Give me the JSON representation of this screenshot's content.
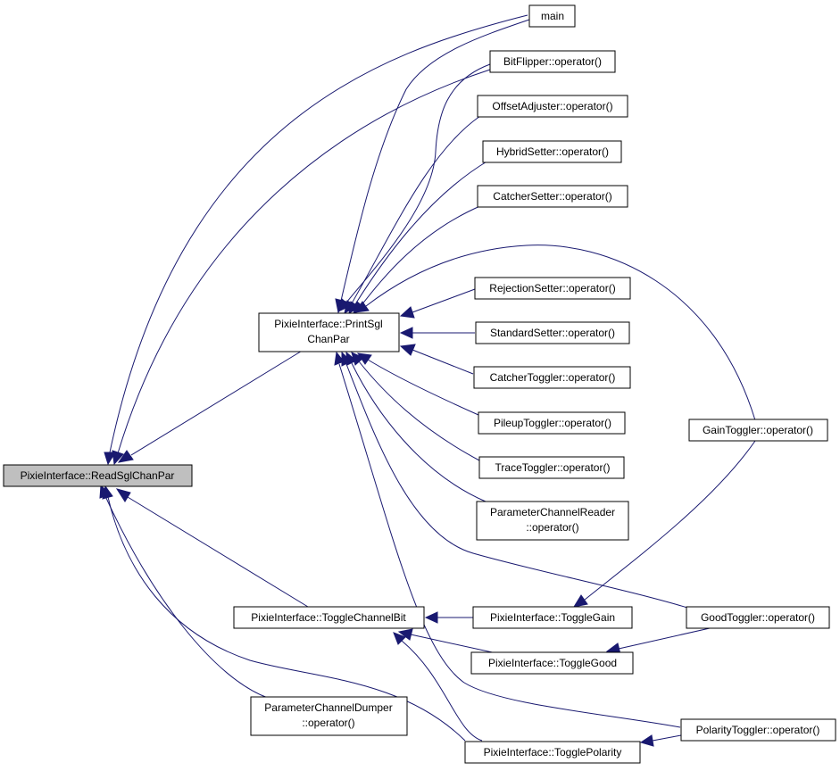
{
  "nodes": {
    "read": [
      "PixieInterface::ReadSglChanPar"
    ],
    "print": [
      "PixieInterface::PrintSgl",
      "ChanPar"
    ],
    "togglebit": [
      "PixieInterface::ToggleChannelBit"
    ],
    "dumper": [
      "ParameterChannelDumper",
      "::operator()"
    ],
    "main": [
      "main"
    ],
    "bitflipper": [
      "BitFlipper::operator()"
    ],
    "offset": [
      "OffsetAdjuster::operator()"
    ],
    "hybrid": [
      "HybridSetter::operator()"
    ],
    "catchersetter": [
      "CatcherSetter::operator()"
    ],
    "rejection": [
      "RejectionSetter::operator()"
    ],
    "standard": [
      "StandardSetter::operator()"
    ],
    "catchertoggler": [
      "CatcherToggler::operator()"
    ],
    "pileup": [
      "PileupToggler::operator()"
    ],
    "trace": [
      "TraceToggler::operator()"
    ],
    "reader": [
      "ParameterChannelReader",
      "::operator()"
    ],
    "togglegain": [
      "PixieInterface::ToggleGain"
    ],
    "togglegood": [
      "PixieInterface::ToggleGood"
    ],
    "togglepolarity": [
      "PixieInterface::TogglePolarity"
    ],
    "gaintoggler": [
      "GainToggler::operator()"
    ],
    "goodtoggler": [
      "GoodToggler::operator()"
    ],
    "polaritytoggler": [
      "PolarityToggler::operator()"
    ]
  },
  "colors": {
    "edge": "#191970",
    "root_fill": "#bfbfbf",
    "node_fill": "#ffffff",
    "node_border": "#000000"
  }
}
